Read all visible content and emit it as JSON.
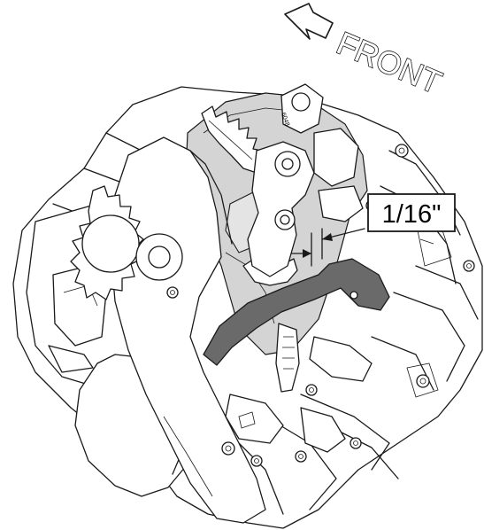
{
  "direction_label": "FRONT",
  "measurement_label": "1/16\"",
  "part_stamp": "6048",
  "colors": {
    "line": "#1a1a1a",
    "shaded_part": "#d4d4d4",
    "highlight_part": "#6a6a6a",
    "background": "#ffffff"
  },
  "icons": {
    "direction_arrow": "arrow-left-outline-icon"
  }
}
